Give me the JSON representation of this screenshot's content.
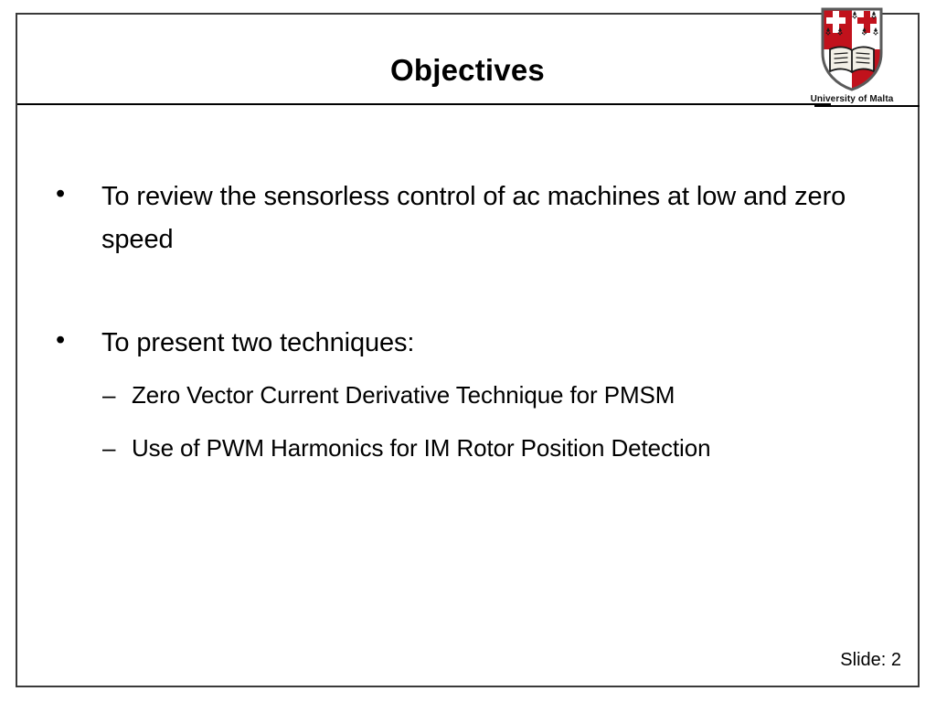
{
  "slide": {
    "title": "Objectives",
    "footer": "Slide: 2",
    "logo": {
      "caption": "University of Malta",
      "colors": {
        "shield_red": "#c1121c",
        "shield_white": "#ffffff",
        "outline": "#5a5a5a",
        "book": "#f2efe6"
      }
    },
    "content": {
      "bullets": [
        {
          "marker": "•",
          "text": "To review the sensorless control of ac machines at low and zero speed",
          "sub_items": []
        },
        {
          "marker": "•",
          "text": "To present two techniques:",
          "sub_items": [
            {
              "marker": "–",
              "text": "Zero Vector Current Derivative Technique for PMSM"
            },
            {
              "marker": "–",
              "text": "Use of PWM Harmonics for IM Rotor Position Detection"
            }
          ]
        }
      ]
    }
  }
}
